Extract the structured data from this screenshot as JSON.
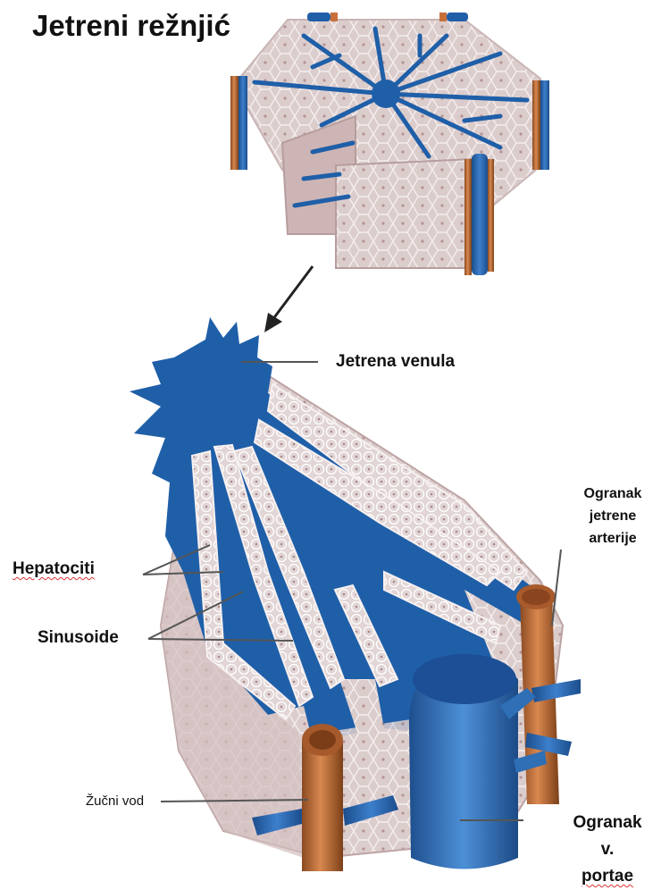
{
  "title": "Jetreni režnjić",
  "labels": {
    "hepatic_venule": "Jetrena venula",
    "hepatic_artery_branch": [
      "Ogranak",
      "jetrene",
      "arterije"
    ],
    "hepatocytes": "Hepatociti",
    "sinusoids": "Sinusoide",
    "bile_duct": "Žučni vod",
    "portal_vein_branch": [
      "Ogranak v.",
      "portae"
    ]
  },
  "colors": {
    "vein_blue": "#1f5fa8",
    "artery_orange": "#c8703a",
    "tissue_pink": "#dccdcd",
    "cell_outline": "#ffffff",
    "portal_blue": "#2e6fb5"
  }
}
